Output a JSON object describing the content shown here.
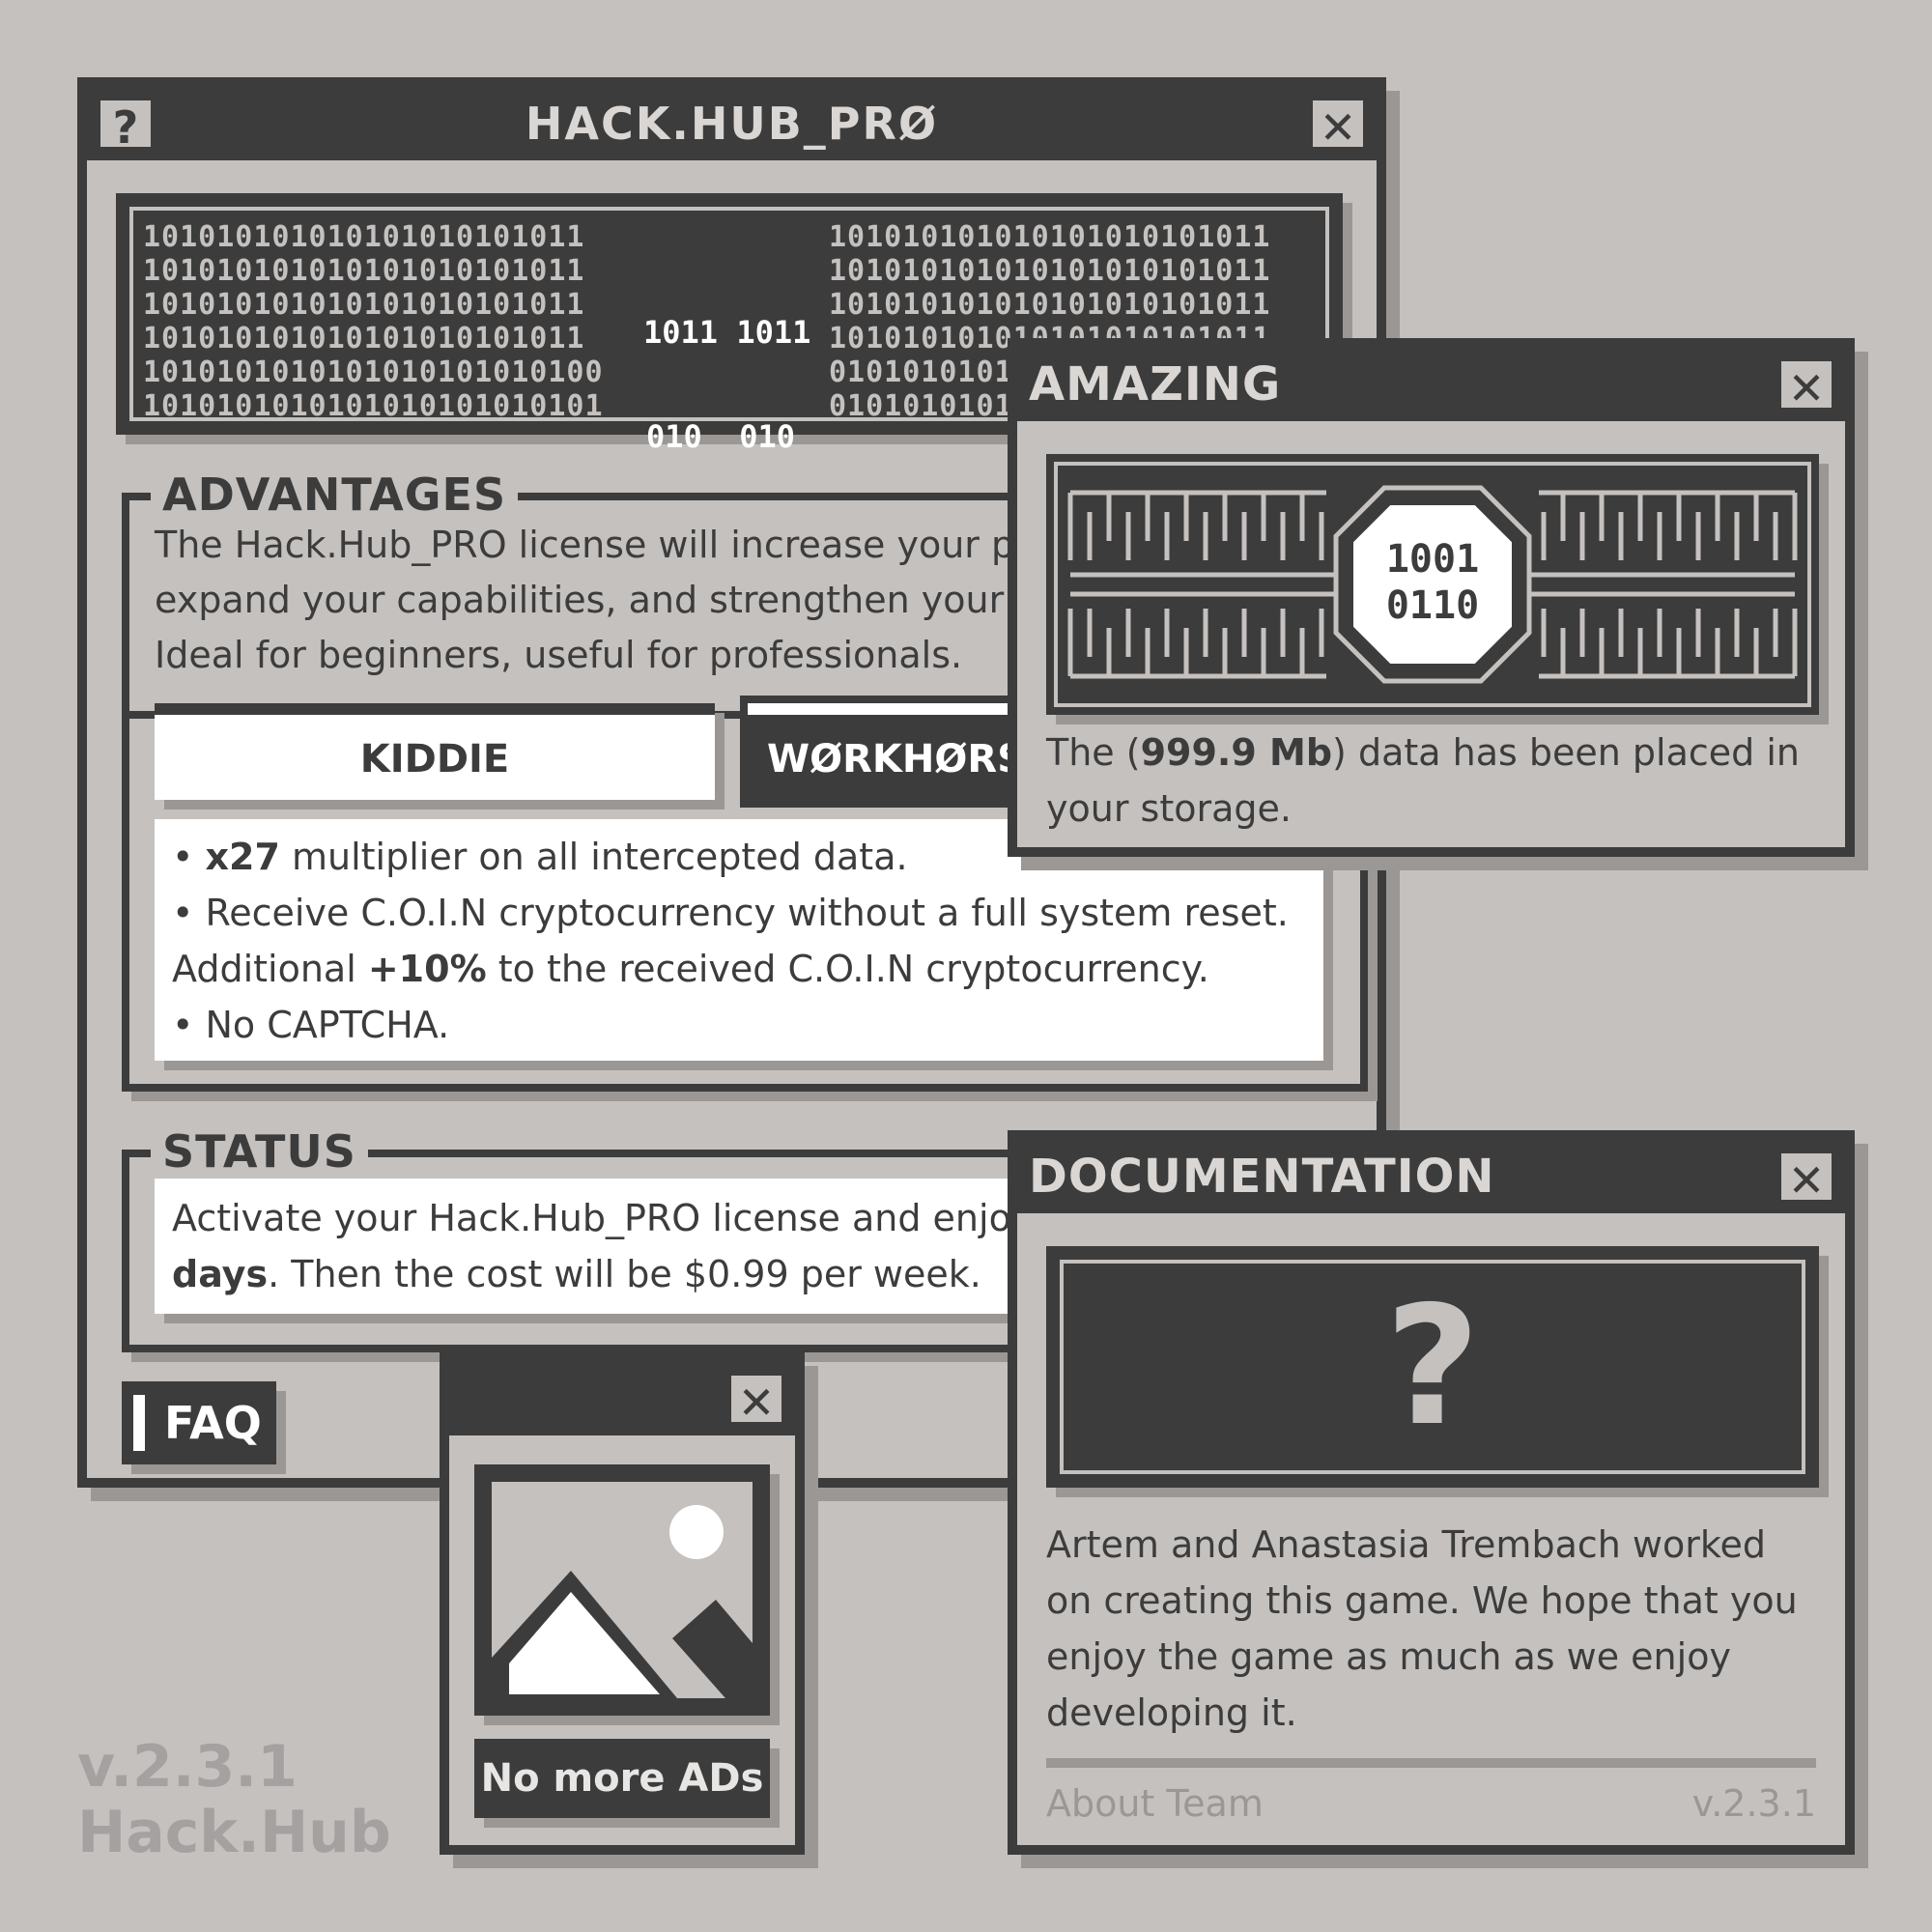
{
  "main_window": {
    "title": "HACK.HUB_PRØ",
    "help_label": "?",
    "close_label": "✕",
    "advantages": {
      "title": "ADVANTAGES",
      "description_l1": "The Hack.Hub_PRO license will increase your p",
      "description_l2": "expand your capabilities, and strengthen your",
      "description_l3": "Ideal for beginners, useful for professionals.",
      "tabs": [
        {
          "label": "KIDDIE",
          "active": true
        },
        {
          "label": "WØRKHØRS",
          "active": false
        }
      ],
      "bullets": {
        "b1_pre": "• ",
        "b1_bold": "x27",
        "b1_rest": " multiplier on all intercepted data.",
        "b2": "• Receive C.O.I.N cryptocurrency without a full system reset.",
        "b3_pre": "Additional ",
        "b3_bold": "+10%",
        "b3_rest": " to the received C.O.I.N cryptocurrency.",
        "b4": "• No CAPTCHA."
      }
    },
    "status": {
      "title": "STATUS",
      "line1": "Activate your Hack.Hub_PRO license and enjo",
      "line2_bold": "days",
      "line2_rest": ". Then the cost will be $0.99 per week."
    },
    "faq_label": "FAQ"
  },
  "amazing_window": {
    "title": "AMAZING",
    "close_label": "✕",
    "badge_top": "1001",
    "badge_bottom": "0110",
    "message_pre": "The (",
    "message_bold": "999.9 Mb",
    "message_rest": ") data has been placed in",
    "message_l2": "your storage."
  },
  "ad_window": {
    "close_label": "✕",
    "button_label": "No more ADs"
  },
  "doc_window": {
    "title": "DOCUMENTATION",
    "close_label": "✕",
    "question_mark": "?",
    "text_l1": "Artem and Anastasia Trembach worked",
    "text_l2": "on creating this game. We hope that you",
    "text_l3": "enjoy the game as much as we enjoy",
    "text_l4": "developing it.",
    "footer_left": "About Team",
    "footer_right": "v.2.3.1"
  },
  "watermark": {
    "version": "v.2.3.1",
    "name": "Hack.Hub"
  },
  "banner": {
    "center_top": "1011 1011",
    "center_bottom": "010  010"
  },
  "colors": {
    "background": "#c4c1bf",
    "dark": "#3c3c3c",
    "shadow": "#9a9795",
    "white": "#ffffff"
  }
}
